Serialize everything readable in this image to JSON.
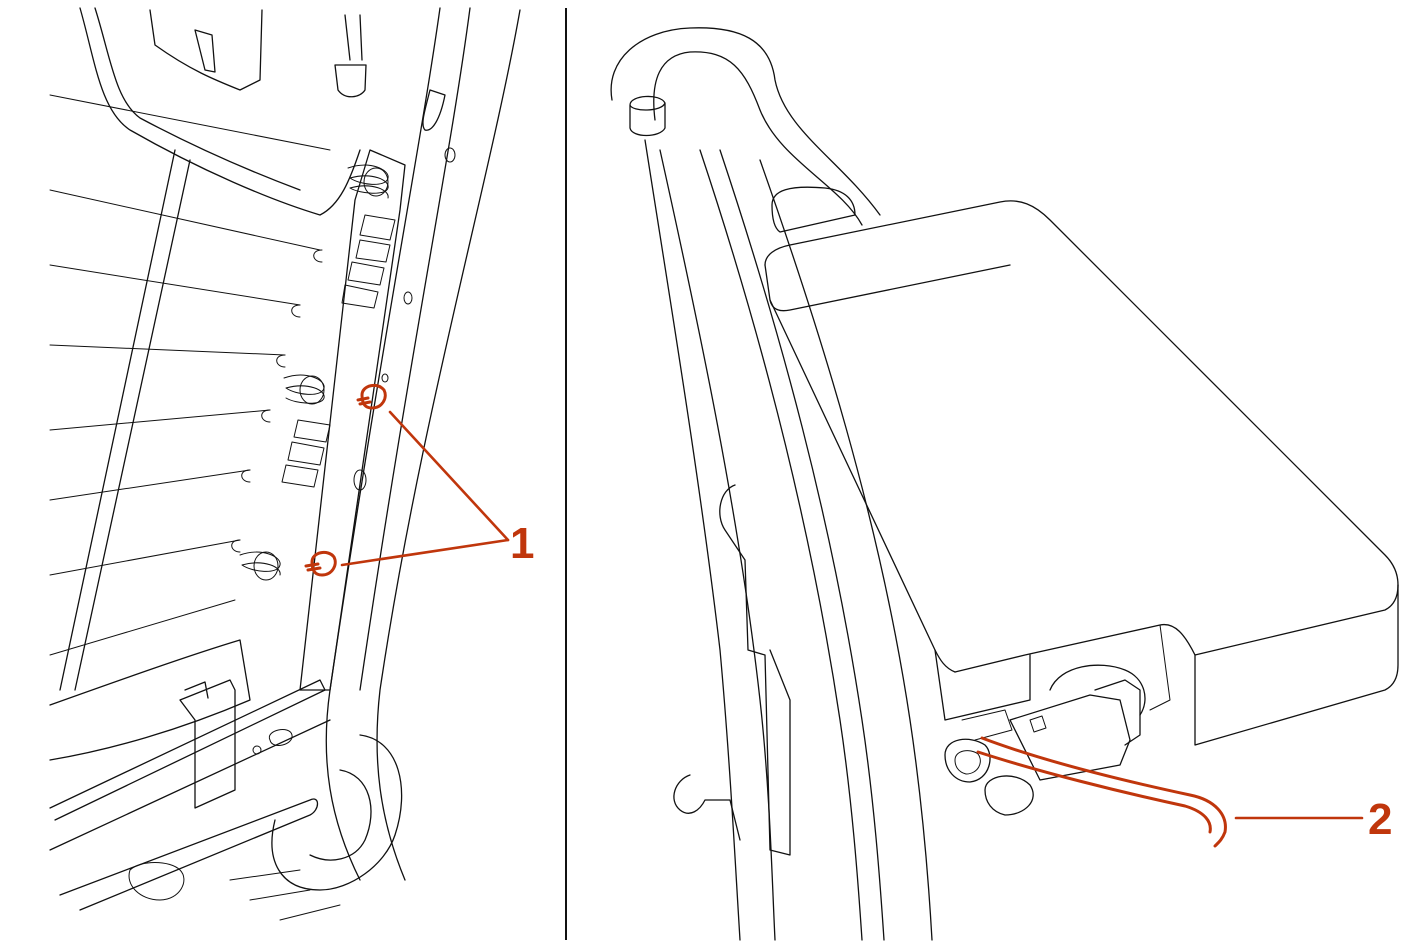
{
  "callouts": [
    {
      "id": "1",
      "label": "1"
    },
    {
      "id": "2",
      "label": "2"
    }
  ],
  "colors": {
    "line": "#111111",
    "highlight": "#c0360c",
    "background": "#ffffff"
  }
}
